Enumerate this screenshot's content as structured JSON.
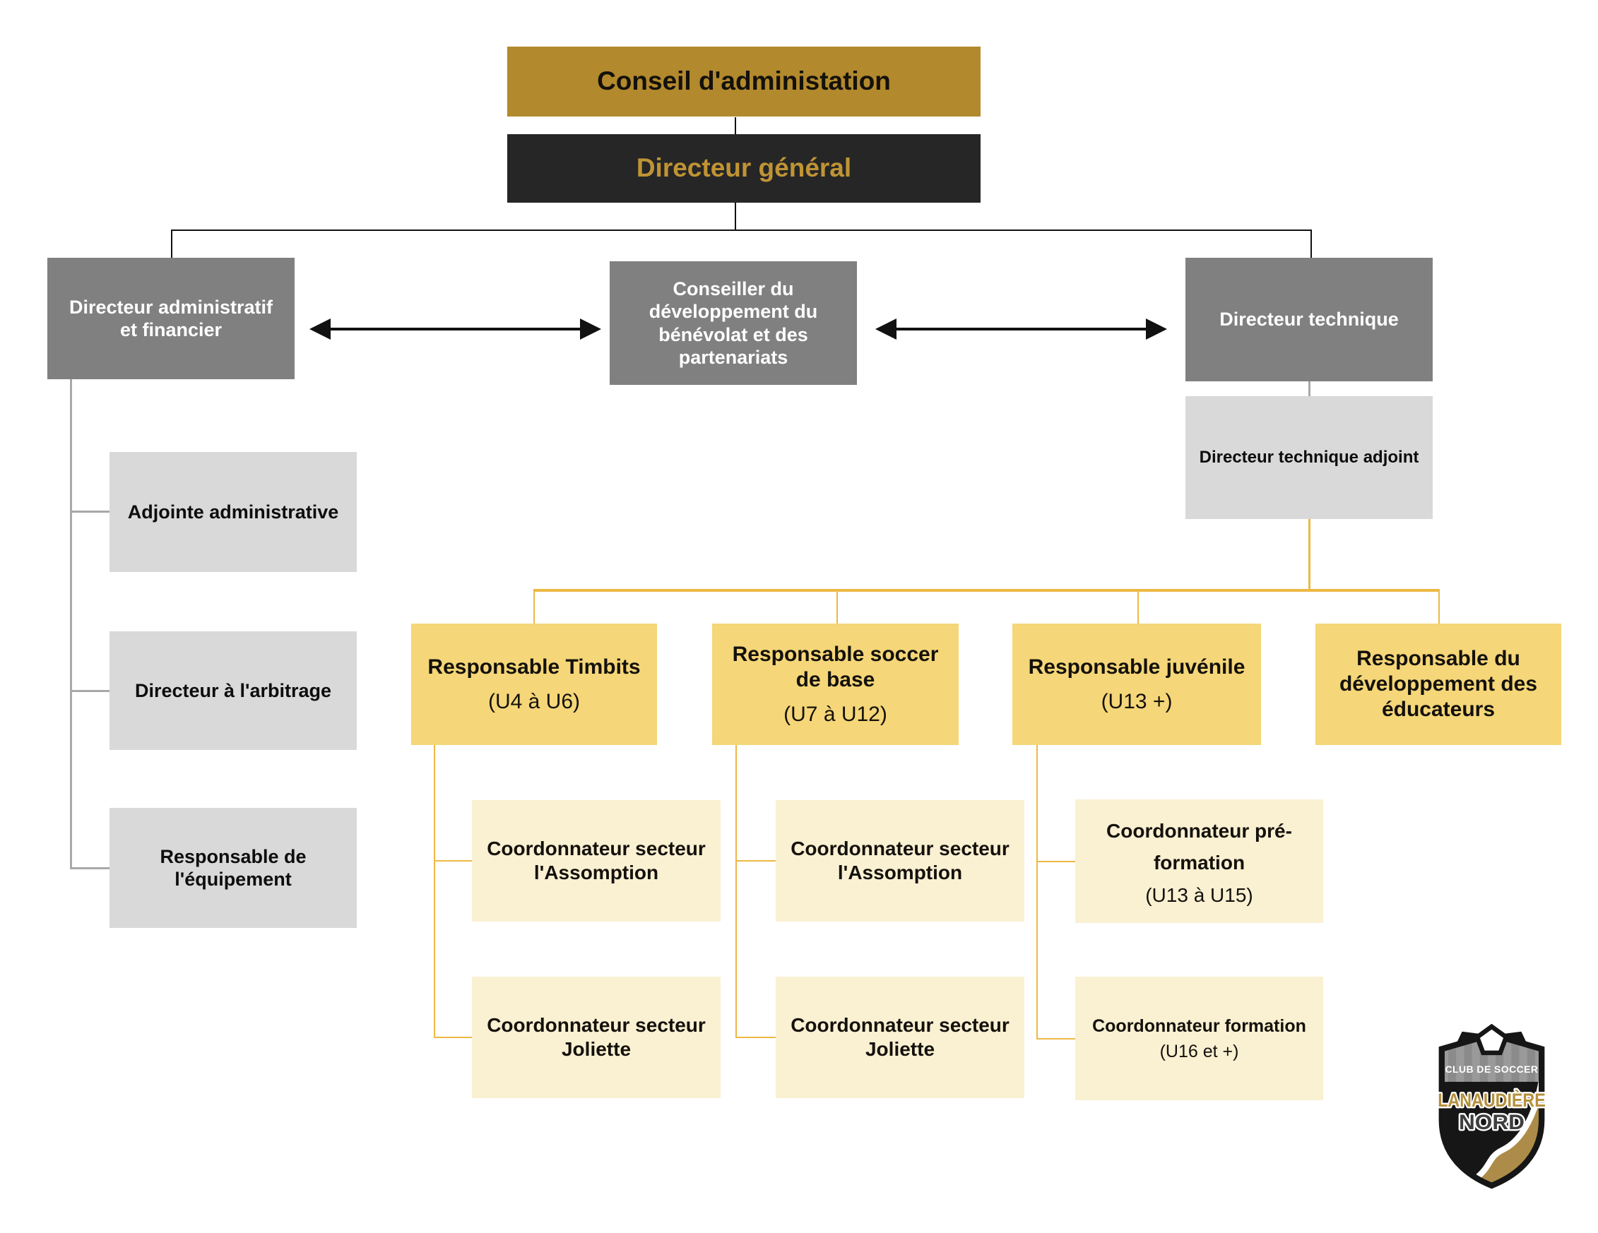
{
  "title": "Organigramme Club de Soccer Lanaudière Nord",
  "nodes": {
    "conseil": {
      "label": "Conseil d'administation"
    },
    "directeur_general": {
      "label": "Directeur général"
    },
    "directeur_admin_financier": {
      "label": "Directeur administratif et financier"
    },
    "conseiller_benevolat": {
      "label": "Conseiller du développement du bénévolat et des partenariats"
    },
    "directeur_technique": {
      "label": "Directeur technique"
    },
    "directeur_technique_adjoint": {
      "label": "Directeur technique adjoint"
    },
    "adjointe_administrative": {
      "label": "Adjointe administrative"
    },
    "directeur_arbitrage": {
      "label": "Directeur à l'arbitrage"
    },
    "responsable_equipement": {
      "label": "Responsable de l'équipement"
    },
    "responsable_timbits": {
      "label": "Responsable Timbits",
      "sub": "(U4 à U6)"
    },
    "responsable_soccer_base": {
      "label": "Responsable soccer de base",
      "sub": "(U7 à U12)"
    },
    "responsable_juvenile": {
      "label": "Responsable juvénile",
      "sub": "(U13 +)"
    },
    "responsable_dev_educateurs": {
      "label": "Responsable du développement des éducateurs"
    },
    "coord_assomption_timbits": {
      "label": "Coordonnateur secteur l'Assomption"
    },
    "coord_joliette_timbits": {
      "label": "Coordonnateur secteur Joliette"
    },
    "coord_assomption_base": {
      "label": "Coordonnateur secteur l'Assomption"
    },
    "coord_joliette_base": {
      "label": "Coordonnateur secteur Joliette"
    },
    "coord_preformation": {
      "label": "Coordonnateur pré-formation",
      "sub": "(U13 à U15)"
    },
    "coord_formation": {
      "label": "Coordonnateur formation",
      "sub": "(U16 et +)"
    }
  },
  "edges": [
    [
      "conseil",
      "directeur_general"
    ],
    [
      "directeur_general",
      "directeur_admin_financier"
    ],
    [
      "directeur_general",
      "directeur_technique"
    ],
    [
      "directeur_admin_financier",
      "adjointe_administrative"
    ],
    [
      "directeur_admin_financier",
      "directeur_arbitrage"
    ],
    [
      "directeur_admin_financier",
      "responsable_equipement"
    ],
    [
      "directeur_technique",
      "directeur_technique_adjoint"
    ],
    [
      "directeur_technique_adjoint",
      "responsable_timbits"
    ],
    [
      "directeur_technique_adjoint",
      "responsable_soccer_base"
    ],
    [
      "directeur_technique_adjoint",
      "responsable_juvenile"
    ],
    [
      "directeur_technique_adjoint",
      "responsable_dev_educateurs"
    ],
    [
      "responsable_timbits",
      "coord_assomption_timbits"
    ],
    [
      "responsable_timbits",
      "coord_joliette_timbits"
    ],
    [
      "responsable_soccer_base",
      "coord_assomption_base"
    ],
    [
      "responsable_soccer_base",
      "coord_joliette_base"
    ],
    [
      "responsable_juvenile",
      "coord_preformation"
    ],
    [
      "responsable_juvenile",
      "coord_formation"
    ]
  ],
  "bidirectional_arrows": [
    [
      "directeur_admin_financier",
      "conseiller_benevolat"
    ],
    [
      "conseiller_benevolat",
      "directeur_technique"
    ]
  ],
  "logo": {
    "club_label": "CLUB DE SOCCER",
    "name_line1": "LANAUDIÈRE",
    "name_line2": "NORD"
  },
  "colors": {
    "gold_header_bg": "#B2892C",
    "dark_box_bg": "#262626",
    "dark_box_text": "#C09434",
    "gray_box_bg": "#808080",
    "light_gray_box_bg": "#D9D9D9",
    "gold_box_bg": "#F5D678",
    "pale_box_bg": "#FAF0D2",
    "gold_line": "#EDB843",
    "gray_line": "#A8A8A8",
    "black_line": "#111111",
    "logo_gold": "#AC8C48"
  }
}
